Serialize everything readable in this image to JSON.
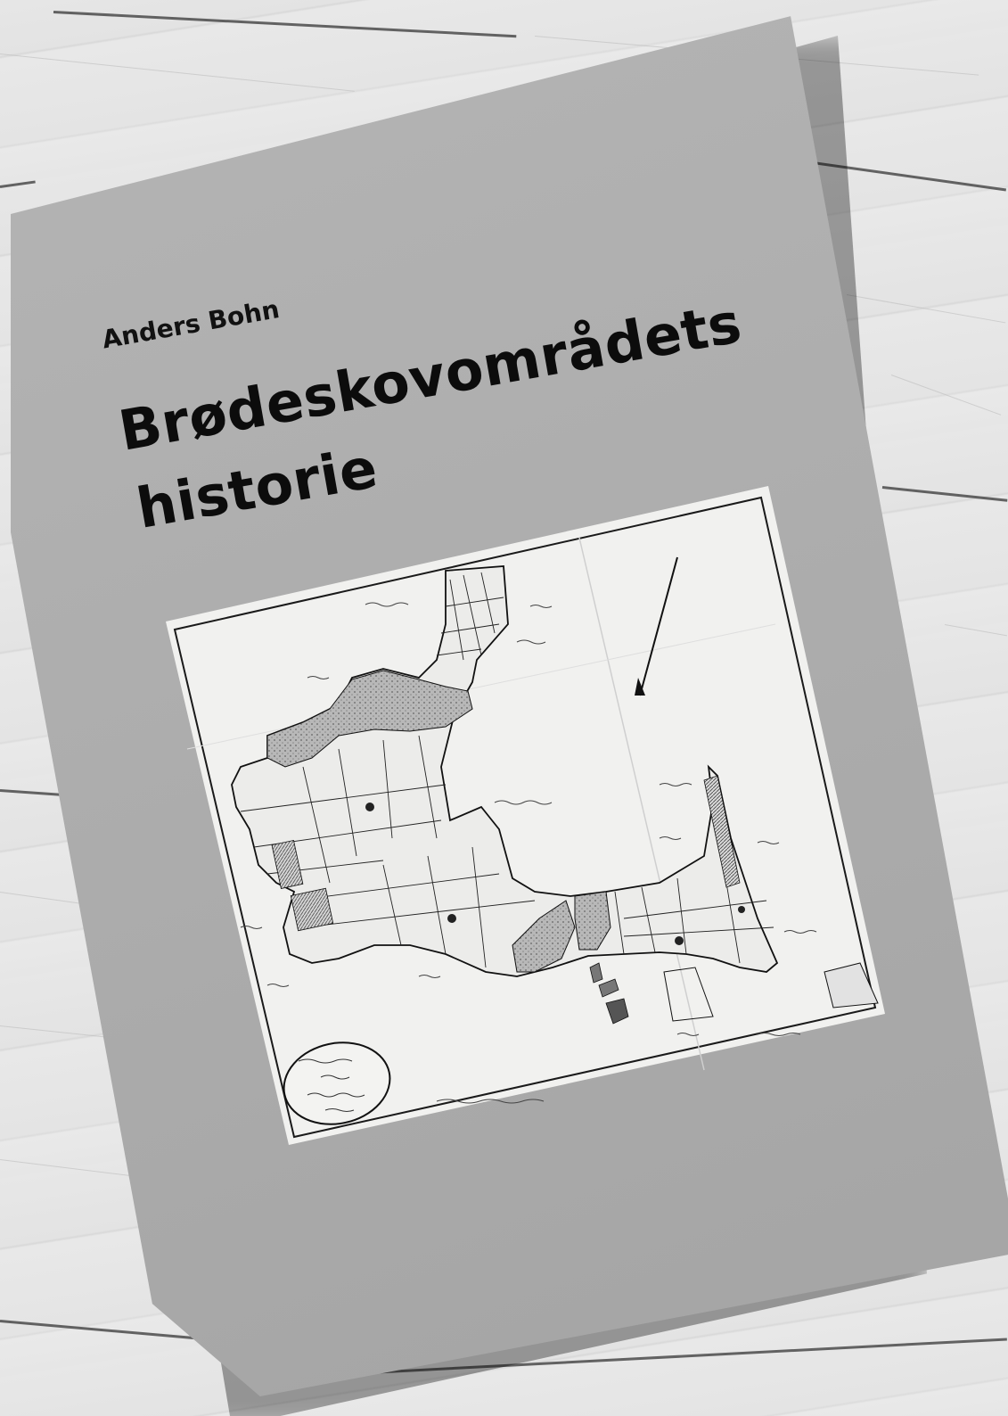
{
  "cover": {
    "author": "Anders Bohn",
    "title_line_1": "Brødeskovområdets",
    "title_line_2": "historie"
  },
  "colors": {
    "cover_gray": "#adadad",
    "map_paper": "#f0f0ee",
    "ink": "#111111",
    "wood": "#e6e6e6"
  },
  "map": {
    "icons": [
      "north-arrow-icon",
      "map-cartouche-icon"
    ]
  }
}
